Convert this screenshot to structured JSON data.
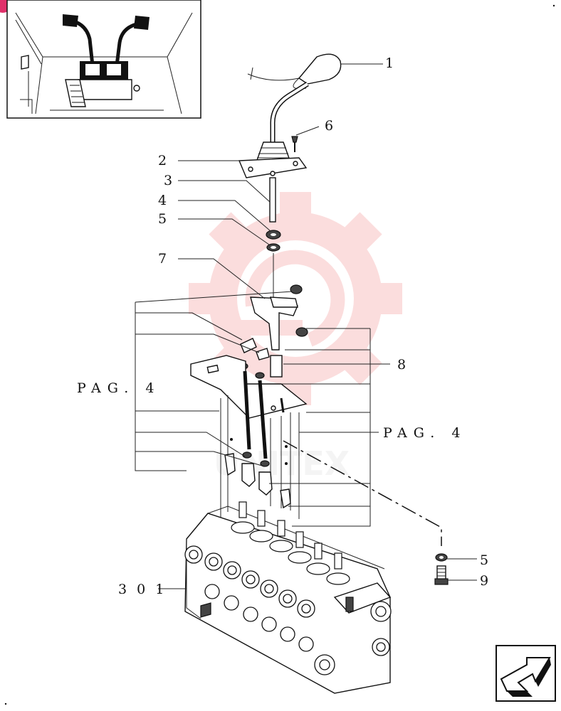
{
  "callouts": {
    "c1": "1",
    "c2": "2",
    "c3": "3",
    "c4": "4",
    "c5": "5",
    "c6": "6",
    "c7": "7",
    "c8": "8",
    "c5b": "5",
    "c9": "9",
    "c301": "3 0 1"
  },
  "page_refs": {
    "left": "PAG. 4",
    "right": "PAG. 4"
  },
  "watermark": {
    "text": "UNITEX",
    "color": "#f7b6b6"
  },
  "colors": {
    "line": "#222222",
    "accent": "#e0306a"
  },
  "icons": {
    "nav": "next-page-arrow-icon",
    "corner": "corner-badge-icon"
  }
}
